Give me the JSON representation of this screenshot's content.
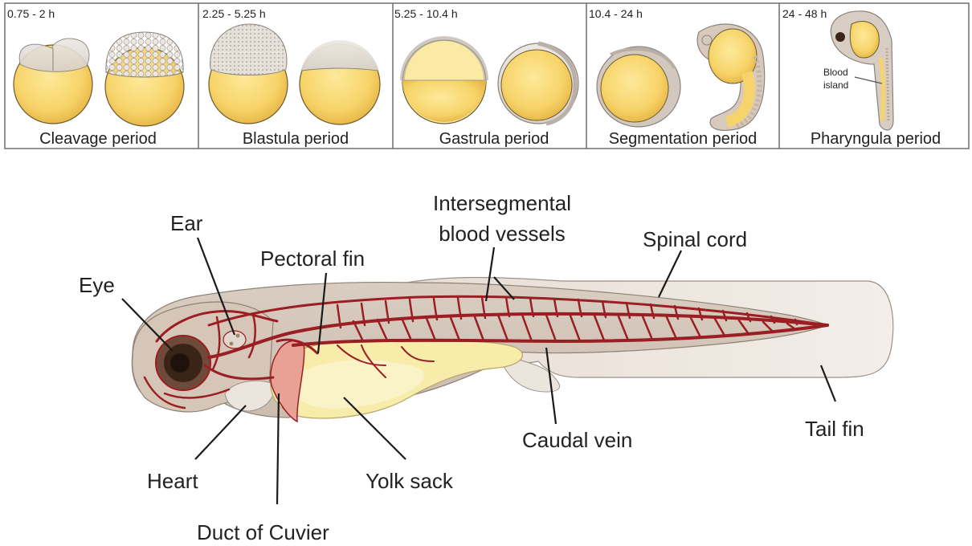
{
  "stages": [
    {
      "time": "0.75 - 2 h",
      "period": "Cleavage period"
    },
    {
      "time": "2.25 - 5.25 h",
      "period": "Blastula period"
    },
    {
      "time": "5.25 - 10.4 h",
      "period": "Gastrula period"
    },
    {
      "time": "10.4 - 24 h",
      "period": "Segmentation period"
    },
    {
      "time": "24 - 48 h",
      "period": "Pharyngula period"
    }
  ],
  "pharyngula_annotation": {
    "line1": "Blood",
    "line2": "island"
  },
  "anatomy": {
    "eye": "Eye",
    "ear": "Ear",
    "pectoral_fin": "Pectoral fin",
    "intersegmental_line1": "Intersegmental",
    "intersegmental_line2": "blood vessels",
    "spinal_cord": "Spinal cord",
    "tail_fin": "Tail fin",
    "caudal_vein": "Caudal vein",
    "yolk_sack": "Yolk sack",
    "heart": "Heart",
    "duct_of_cuvier": "Duct of Cuvier"
  },
  "colors": {
    "yolk": "#f7d774",
    "yolk_light": "#fbeaa4",
    "tissue": "#d8cfc5",
    "fin": "#efe8e1",
    "vessel": "#9a1e23",
    "eye": "#3a2418"
  }
}
